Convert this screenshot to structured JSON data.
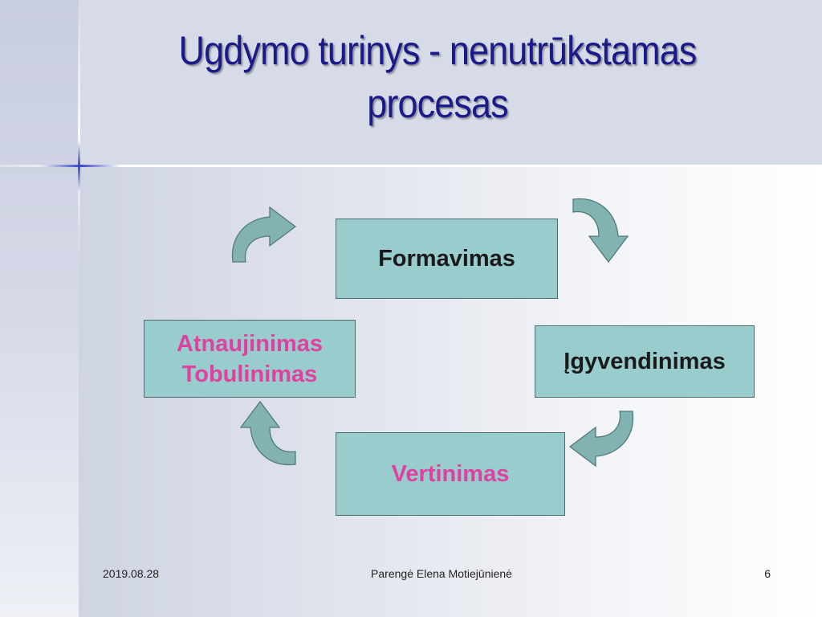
{
  "title": "Ugdymo turinys - nenutrūkstamas procesas",
  "boxes": {
    "formavimas": "Formavimas",
    "igyvendinimas": "Įgyvendinimas",
    "atnaujinimas": "Atnaujinimas",
    "tobulinimas": "Tobulinimas",
    "vertinimas": "Vertinimas"
  },
  "colors": {
    "box_fill": "#99cccc",
    "arrow_fill": "#82b2b2",
    "title": "#1a1a8a",
    "highlight_text": "#e040a0"
  },
  "footer": {
    "date": "2019.08.28",
    "author": "Parengė  Elena Motiejūnienė",
    "page": "6"
  }
}
